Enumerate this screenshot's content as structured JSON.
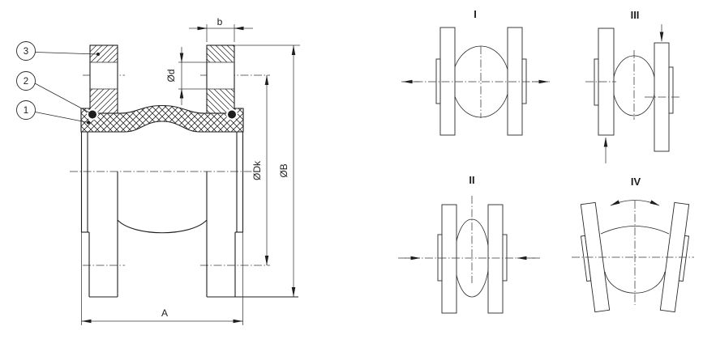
{
  "section_view": {
    "callouts": [
      "1",
      "2",
      "3"
    ],
    "dimensions": {
      "flange_thickness": "b",
      "bolt_hole_diameter": "Ød",
      "bolt_circle_diameter": "ØDk",
      "flange_outer_diameter": "ØB",
      "overall_length": "A"
    }
  },
  "movement_diagrams": [
    {
      "label": "I"
    },
    {
      "label": "II"
    },
    {
      "label": "III"
    },
    {
      "label": "IV"
    }
  ],
  "colors": {
    "line": "#1e1e1e",
    "dim_line": "#3a3a3a",
    "background": "#ffffff"
  }
}
